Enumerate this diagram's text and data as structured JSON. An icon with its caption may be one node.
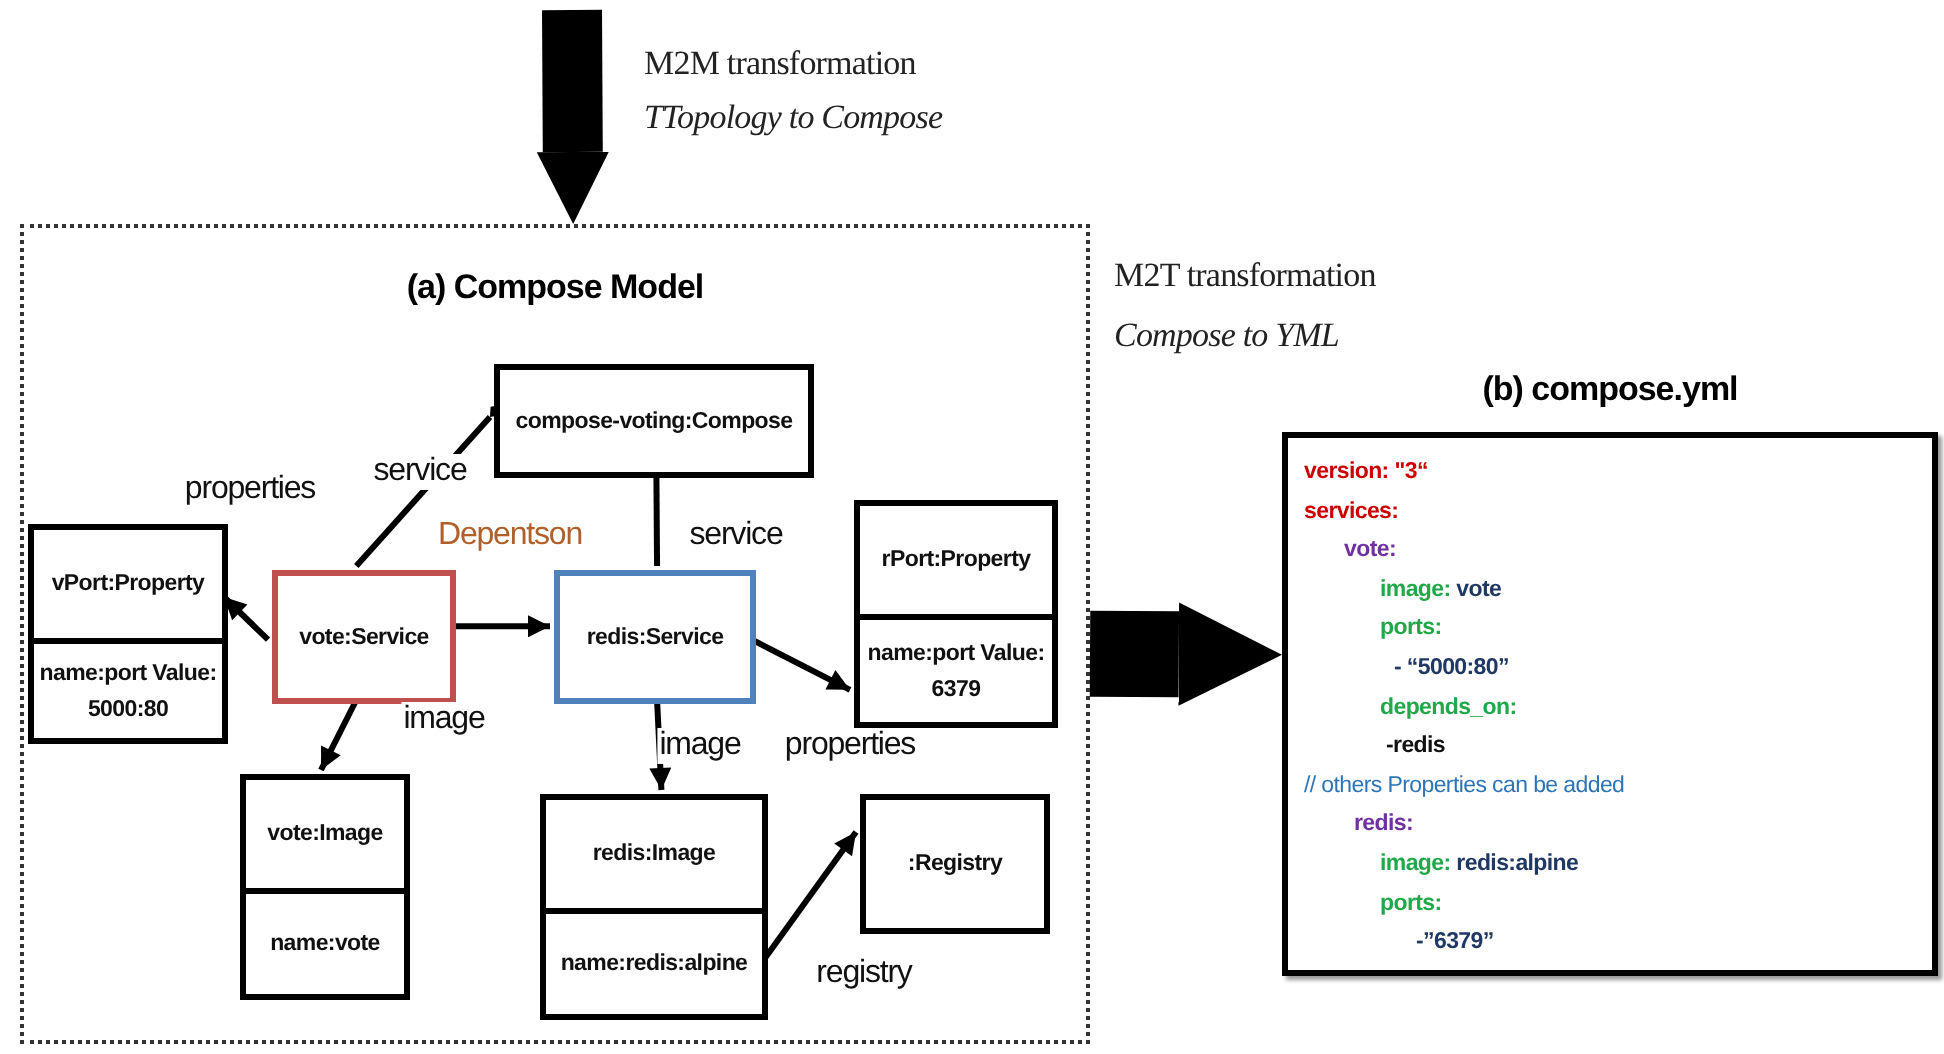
{
  "diagram": {
    "nodes": [
      {
        "text": [
          "(a) Compose Model"
        ]
      },
      {
        "text": [
          "compose-voting:Compose"
        ],
        "in": 0
      },
      {
        "text": [
          "vPort:Property",
          "name:port Value: 5000:80"
        ],
        "in": 0
      },
      {
        "text": [
          "vote:Service"
        ],
        "in": 0
      },
      {
        "text": [
          "redis:Service"
        ],
        "in": 0
      },
      {
        "text": [
          "rPort:Property",
          "name:port Value: 6379"
        ],
        "in": 0
      },
      {
        "text": [
          "vote:Image",
          "name:vote"
        ],
        "in": 0
      },
      {
        "text": [
          "redis:Image",
          "name:redis:alpine"
        ],
        "in": 0
      },
      {
        "text": [
          ":Registry"
        ],
        "in": 0
      },
      {
        "text": [
          "(b) compose.yml",
          "version: \"3“",
          "services:",
          "vote:",
          "image: vote",
          "ports:",
          "-  “5000:80”",
          "depends_on:",
          "-redis",
          "// others Properties can be added",
          "redis:",
          "image: redis:alpine",
          "ports:",
          "-”6379”"
        ]
      }
    ],
    "edges": [
      {
        "from": 1,
        "to": 3,
        "arrow": "other",
        "label": "service"
      },
      {
        "from": 3,
        "to": 2,
        "arrow": "to",
        "label": "properties"
      },
      {
        "from": 3,
        "to": 4,
        "arrow": "to",
        "label": "Depentson"
      },
      {
        "from": 1,
        "to": 4,
        "arrow": "other",
        "label": "service"
      },
      {
        "from": 4,
        "to": 5,
        "arrow": "to",
        "label": "properties"
      },
      {
        "from": 3,
        "to": 6,
        "arrow": "to",
        "label": "image"
      },
      {
        "from": 4,
        "to": 7,
        "arrow": "to",
        "label": "image"
      },
      {
        "from": 7,
        "to": 8,
        "arrow": "to",
        "label": "registry"
      },
      {
        "from": null,
        "to": 0,
        "arrow": "to",
        "style": "thick"
      },
      {
        "from": 0,
        "to": 9,
        "arrow": "to",
        "style": "thick"
      }
    ],
    "labels": [
      "M2M transformation",
      "TTopology to Compose",
      "M2T transformation",
      "Compose to YML"
    ]
  }
}
